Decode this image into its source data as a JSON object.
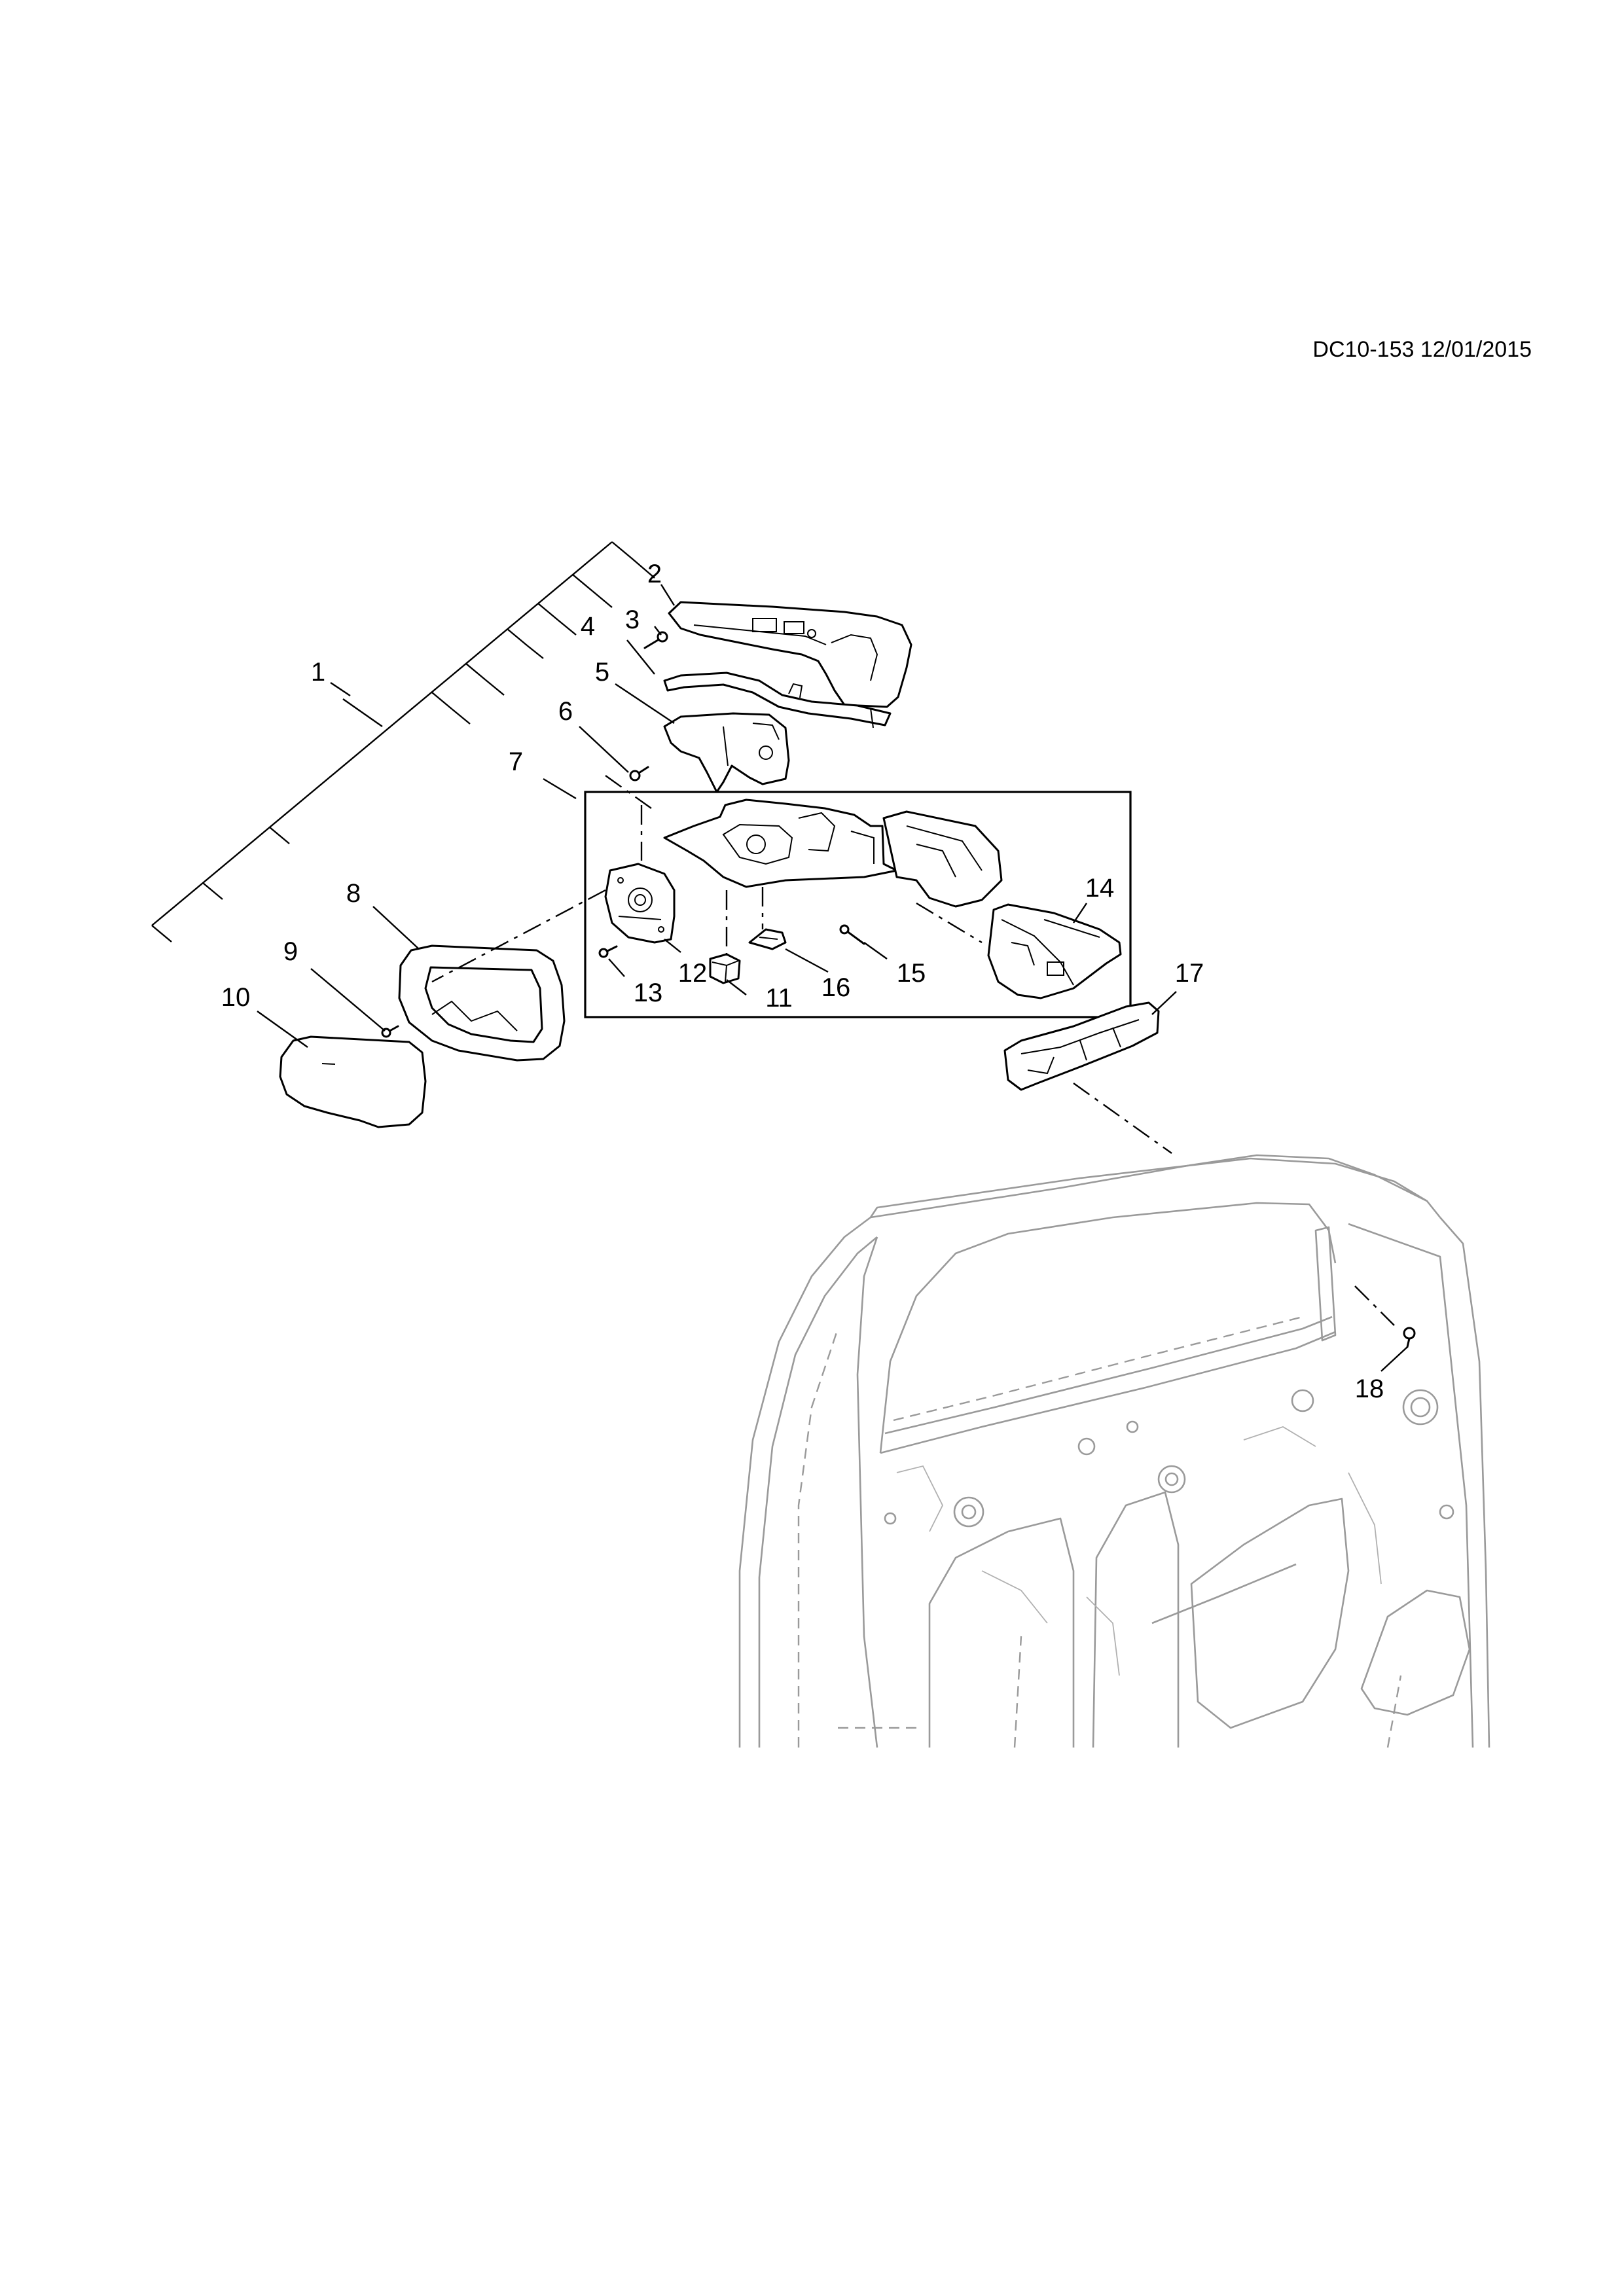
{
  "drawing_code": "DC10-153 12/01/2015",
  "callouts": [
    {
      "id": "1",
      "text": "1"
    },
    {
      "id": "2",
      "text": "2"
    },
    {
      "id": "3",
      "text": "3"
    },
    {
      "id": "4",
      "text": "4"
    },
    {
      "id": "5",
      "text": "5"
    },
    {
      "id": "6",
      "text": "6"
    },
    {
      "id": "7",
      "text": "7"
    },
    {
      "id": "8",
      "text": "8"
    },
    {
      "id": "9",
      "text": "9"
    },
    {
      "id": "10",
      "text": "10"
    },
    {
      "id": "11",
      "text": "11"
    },
    {
      "id": "12",
      "text": "12"
    },
    {
      "id": "13",
      "text": "13"
    },
    {
      "id": "14",
      "text": "14"
    },
    {
      "id": "15",
      "text": "15"
    },
    {
      "id": "16",
      "text": "16"
    },
    {
      "id": "17",
      "text": "17"
    },
    {
      "id": "18",
      "text": "18"
    }
  ]
}
